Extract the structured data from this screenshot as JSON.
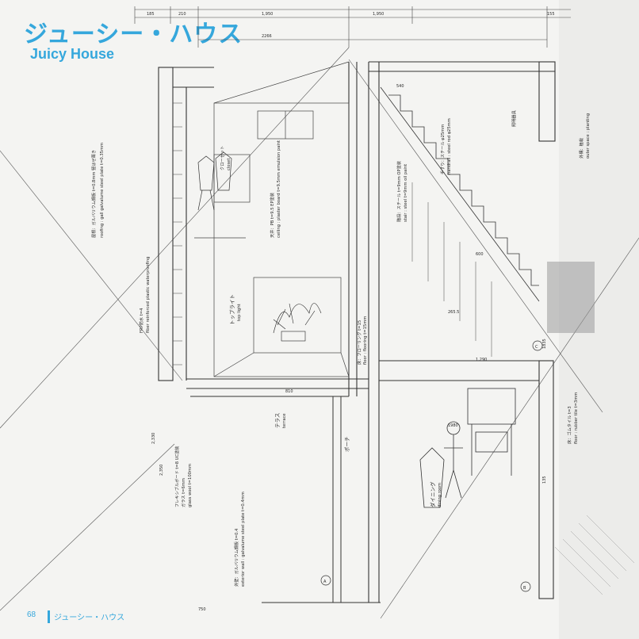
{
  "header": {
    "title_jp": "ジューシー・ハウス",
    "title_en": "Juicy House"
  },
  "footer": {
    "page_number": "68",
    "title": "ジューシー・ハウス"
  },
  "annotations": {
    "roof_steel": "屋根：ガルバリウム鋼板 t=0.8mm 竪はぜ葺き",
    "roof_steel_en": "roofing : gall galvalume steel plate t=0.35mm",
    "floor_finish": "FRP防水 t=4",
    "floor_finish_en": "fiber reinforced plastic waterproofing",
    "top_light": "トップライト",
    "top_light_en": "top light",
    "entrance": "ポーチ",
    "dining": "ダイニング",
    "dining_en": "dining room",
    "terrace": "テラス",
    "terrace_en": "terrace",
    "wall_note_1": "フレキシブルボード t=8 UC塗装",
    "wall_note_2": "ガラス t=6mm",
    "wall_note_3": "glass wool t=100mm",
    "stair_note": "階段：スチール t=9mm OP塗装",
    "stair_note_en": "stair : steel t=9mm oil paint",
    "handrail": "手すり：スチール φ25mm",
    "handrail_en": "handrail : steel rod φ25mm",
    "closet": "クローゼット",
    "closet_en": "closet",
    "floor_note": "床：フローリング t=15",
    "floor_note_en": "floor : flooring t=15mm",
    "ceiling_note": "天井：PB t=9.5 EP塗装",
    "ceiling_note_en": "ceiling : plaster board t=9.5mm emulsion paint",
    "rubber_floor": "床：ゴムタイル t=3",
    "rubber_floor_en": "floor : rubber tile t=3mm",
    "exterior_wall": "外壁：ガルバリウム鋼板 t=0.4",
    "exterior_wall_en": "exterior wall : galvalume steel plate t=0.4mm",
    "other_light": "照明器具",
    "outer_note": "外構：植栽",
    "outer_note_en": "outer space : planting"
  },
  "dimensions": {
    "top_1": "2266",
    "top_2": "1,950",
    "top_3": "1,950",
    "top_4": "185",
    "top_5": "210",
    "top_6": "155",
    "mid_1": "600",
    "mid_2": "265.5",
    "mid_3": "1835",
    "mid_4": "135",
    "mid_5": "1980",
    "mid_6": "2,330",
    "low_1": "1,290",
    "low_2": "810",
    "low_3": "750",
    "low_4": "2,350",
    "low_5": "540"
  },
  "grid_markers": [
    "A",
    "B",
    "C"
  ]
}
